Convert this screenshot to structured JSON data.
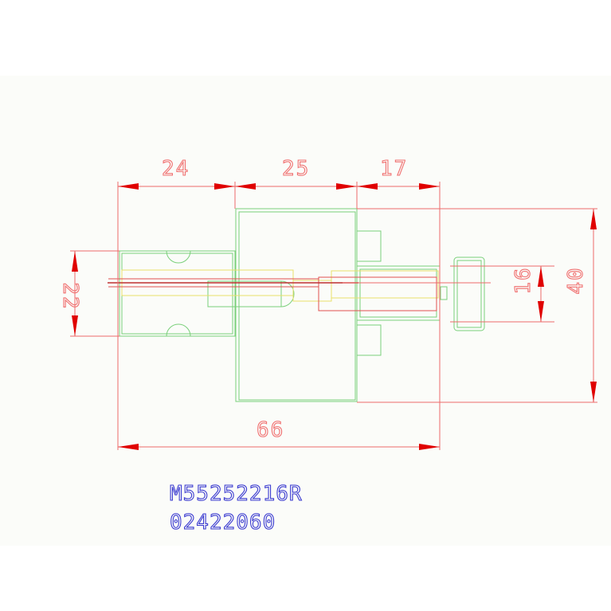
{
  "colors": {
    "background": "#ffffff",
    "drawing_area": "#fbfcf9",
    "dimension": "#ee6a6a",
    "arrow": "#e00000",
    "outline": "#7ad07a",
    "center": "#e8e06a",
    "part_text": "#4848d8"
  },
  "dimensions": {
    "d24": "24",
    "d25": "25",
    "d17": "17",
    "d22": "22",
    "d16": "16",
    "d40": "40",
    "d66": "66"
  },
  "part": {
    "number": "M55252216R",
    "code": "02422060"
  }
}
